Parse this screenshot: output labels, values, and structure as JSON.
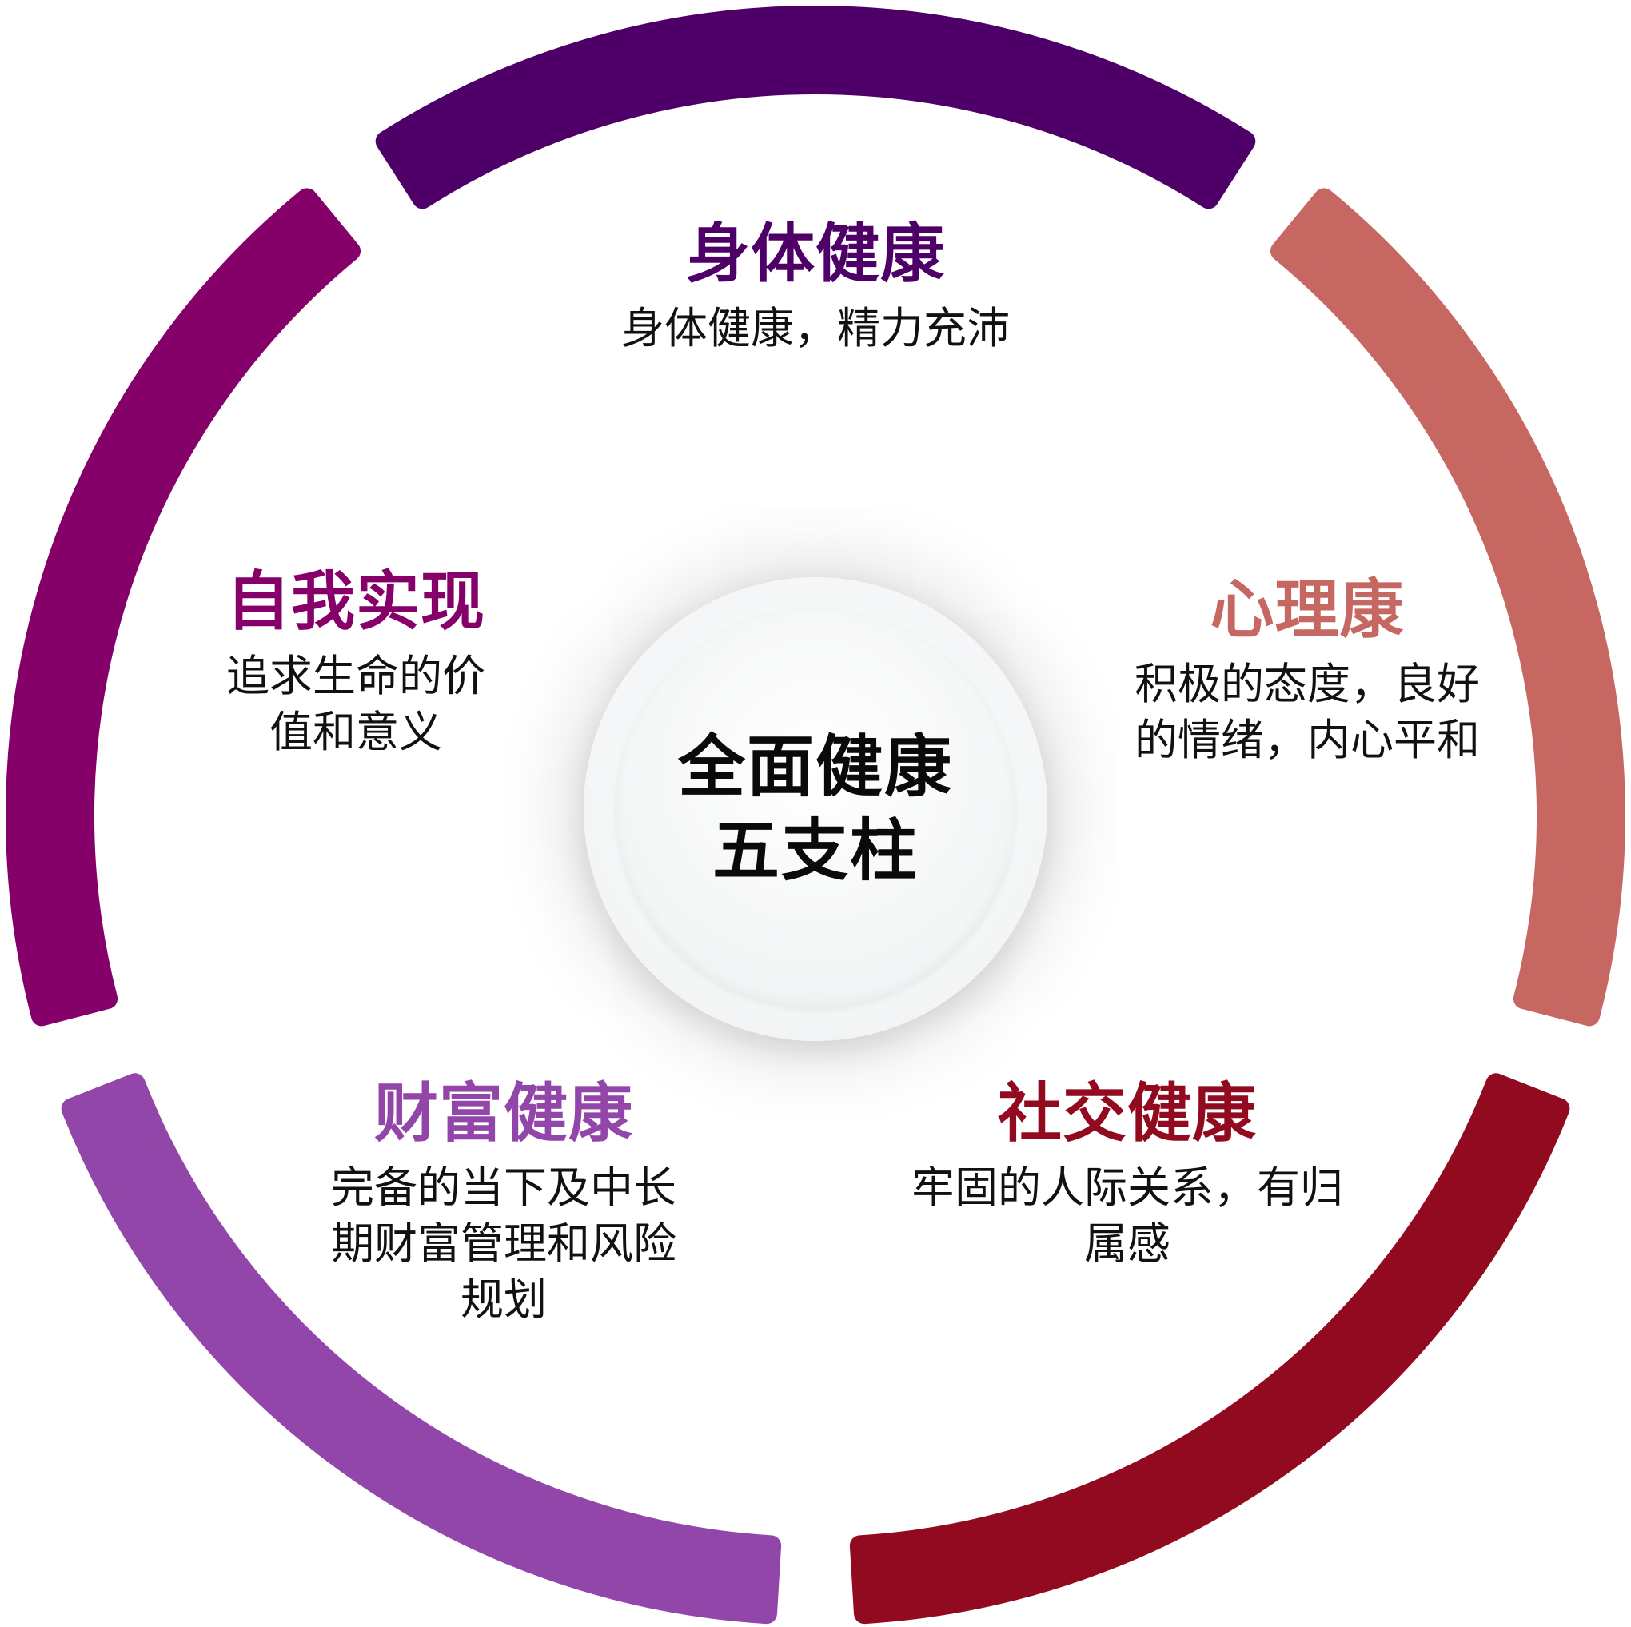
{
  "center": {
    "line1": "全面健康",
    "line2": "五支柱"
  },
  "pillars": [
    {
      "key": "physical",
      "title": "身体健康",
      "description": [
        "身体健康，精力充沛"
      ],
      "color": "#4e0068"
    },
    {
      "key": "mental",
      "title": "心理康",
      "description": [
        "积极的态度，良好",
        "的情绪，内心平和"
      ],
      "color": "#c76762"
    },
    {
      "key": "social",
      "title": "社交健康",
      "description": [
        "牢固的人际关系，有归",
        "属感"
      ],
      "color": "#920a20"
    },
    {
      "key": "wealth",
      "title": "财富健康",
      "description": [
        "完备的当下及中长",
        "期财富管理和风险",
        "规划"
      ],
      "color": "#9246a9"
    },
    {
      "key": "self",
      "title": "自我实现",
      "description": [
        "追求生命的价",
        "值和意义"
      ],
      "color": "#850068"
    }
  ]
}
